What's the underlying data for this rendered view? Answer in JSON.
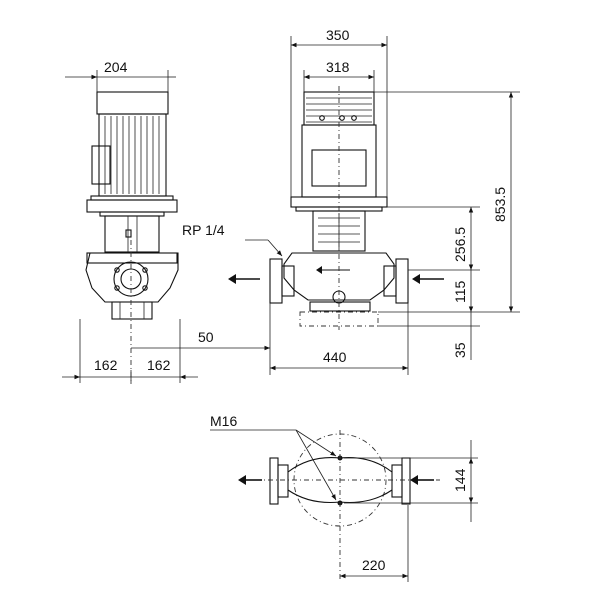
{
  "dimensions": {
    "d204": "204",
    "d350": "350",
    "d318": "318",
    "d853_5": "853.5",
    "d256_5": "256.5",
    "d115": "115",
    "d35": "35",
    "d162_left": "162",
    "d162_right": "162",
    "d50": "50",
    "d440": "440",
    "d144": "144",
    "d220": "220"
  },
  "labels": {
    "rp": "RP 1/4",
    "m16": "M16"
  }
}
